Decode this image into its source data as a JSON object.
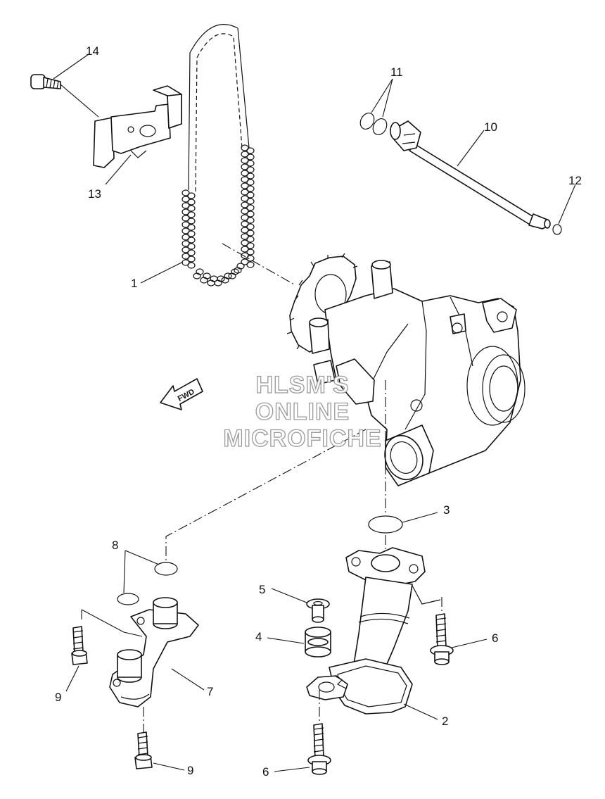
{
  "callouts": [
    {
      "id": "c1",
      "text": "1"
    },
    {
      "id": "c2",
      "text": "2"
    },
    {
      "id": "c3",
      "text": "3"
    },
    {
      "id": "c4",
      "text": "4"
    },
    {
      "id": "c5",
      "text": "5"
    },
    {
      "id": "c6a",
      "text": "6"
    },
    {
      "id": "c6b",
      "text": "6"
    },
    {
      "id": "c7",
      "text": "7"
    },
    {
      "id": "c8",
      "text": "8"
    },
    {
      "id": "c9a",
      "text": "9"
    },
    {
      "id": "c9b",
      "text": "9"
    },
    {
      "id": "c10",
      "text": "10"
    },
    {
      "id": "c11",
      "text": "11"
    },
    {
      "id": "c12",
      "text": "12"
    },
    {
      "id": "c13",
      "text": "13"
    },
    {
      "id": "c14",
      "text": "14"
    }
  ],
  "fwd_label": "FWD",
  "watermark": [
    "HLSM'S",
    "ONLINE",
    "MICROFICHE"
  ],
  "colors": {
    "line": "#111111",
    "watermark_outline": "#9a9a9a",
    "background": "#ffffff"
  }
}
